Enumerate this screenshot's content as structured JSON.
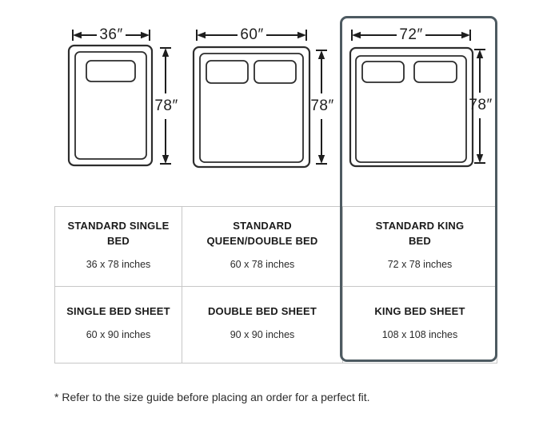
{
  "diagrams": [
    {
      "name": "standard-single-bed",
      "width_label": "36″",
      "height_label": "78″",
      "pillows": 1
    },
    {
      "name": "standard-queen-double-bed",
      "width_label": "60″",
      "height_label": "78″",
      "pillows": 2
    },
    {
      "name": "standard-king-bed",
      "width_label": "72″",
      "height_label": "78″",
      "pillows": 2
    }
  ],
  "table": {
    "rows": [
      [
        {
          "title": "STANDARD SINGLE\nBED",
          "size": "36 x 78 inches"
        },
        {
          "title": "STANDARD\nQUEEN/DOUBLE BED",
          "size": "60 x 78 inches"
        },
        {
          "title": "STANDARD KING\nBED",
          "size": "72 x 78 inches"
        }
      ],
      [
        {
          "title": "SINGLE BED SHEET",
          "size": "60 x 90 inches"
        },
        {
          "title": "DOUBLE BED SHEET",
          "size": "90 x 90 inches"
        },
        {
          "title": "KING BED SHEET",
          "size": "108 x 108 inches"
        }
      ]
    ]
  },
  "footnote": "* Refer to the size guide before placing an order for a perfect fit.",
  "colors": {
    "highlight_border": "#4d5a61",
    "table_border": "#c7c7c7",
    "line_color": "#2d2d2d",
    "text_color": "#1a1a1a"
  }
}
